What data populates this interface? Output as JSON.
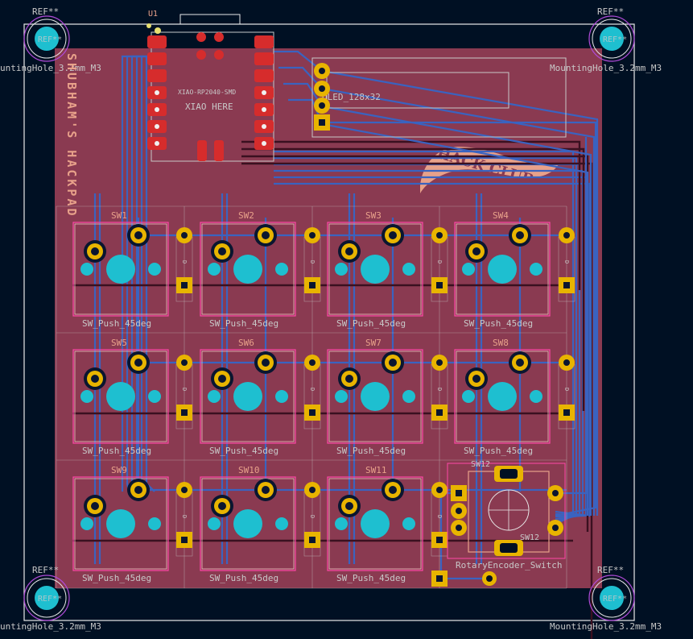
{
  "board": {
    "title": "SHUBHAM'S HACKPAD",
    "colors": {
      "background": "#001023",
      "board": "#8a3a51",
      "trace": "#3a63c0",
      "pad": "#e8b400",
      "drill": "#1ebfd0",
      "smd_pad": "#d62c2c",
      "silk": "#e8a18a",
      "courtyard": "#ff48a8",
      "fab": "#c8c8c8",
      "outline": "#e8e8e8"
    }
  },
  "mounting_holes": {
    "ref": "REF**",
    "value": "MountingHole_3.2mm_M3",
    "value_top_left_visible": "untingHole_3.2mm_M3",
    "value_bottom_left_visible": "untingHole_3.2mm_M3"
  },
  "mcu": {
    "ref": "U1",
    "value": "XIAO-RP2040-SMD",
    "label": "XIAO HERE"
  },
  "oled": {
    "label": "OLED_128x32"
  },
  "logo": {
    "text": "HACK CLUB"
  },
  "switch_footprint": "SW_Push_45deg",
  "switches": [
    {
      "ref": "SW1"
    },
    {
      "ref": "SW2"
    },
    {
      "ref": "SW3"
    },
    {
      "ref": "SW4"
    },
    {
      "ref": "SW5"
    },
    {
      "ref": "SW6"
    },
    {
      "ref": "SW7"
    },
    {
      "ref": "SW8"
    },
    {
      "ref": "SW9"
    },
    {
      "ref": "SW10"
    },
    {
      "ref": "SW11"
    }
  ],
  "diode_label": "D",
  "encoder": {
    "ref": "SW12",
    "value": "RotaryEncoder_Switch",
    "fab_ref": "SW12"
  }
}
